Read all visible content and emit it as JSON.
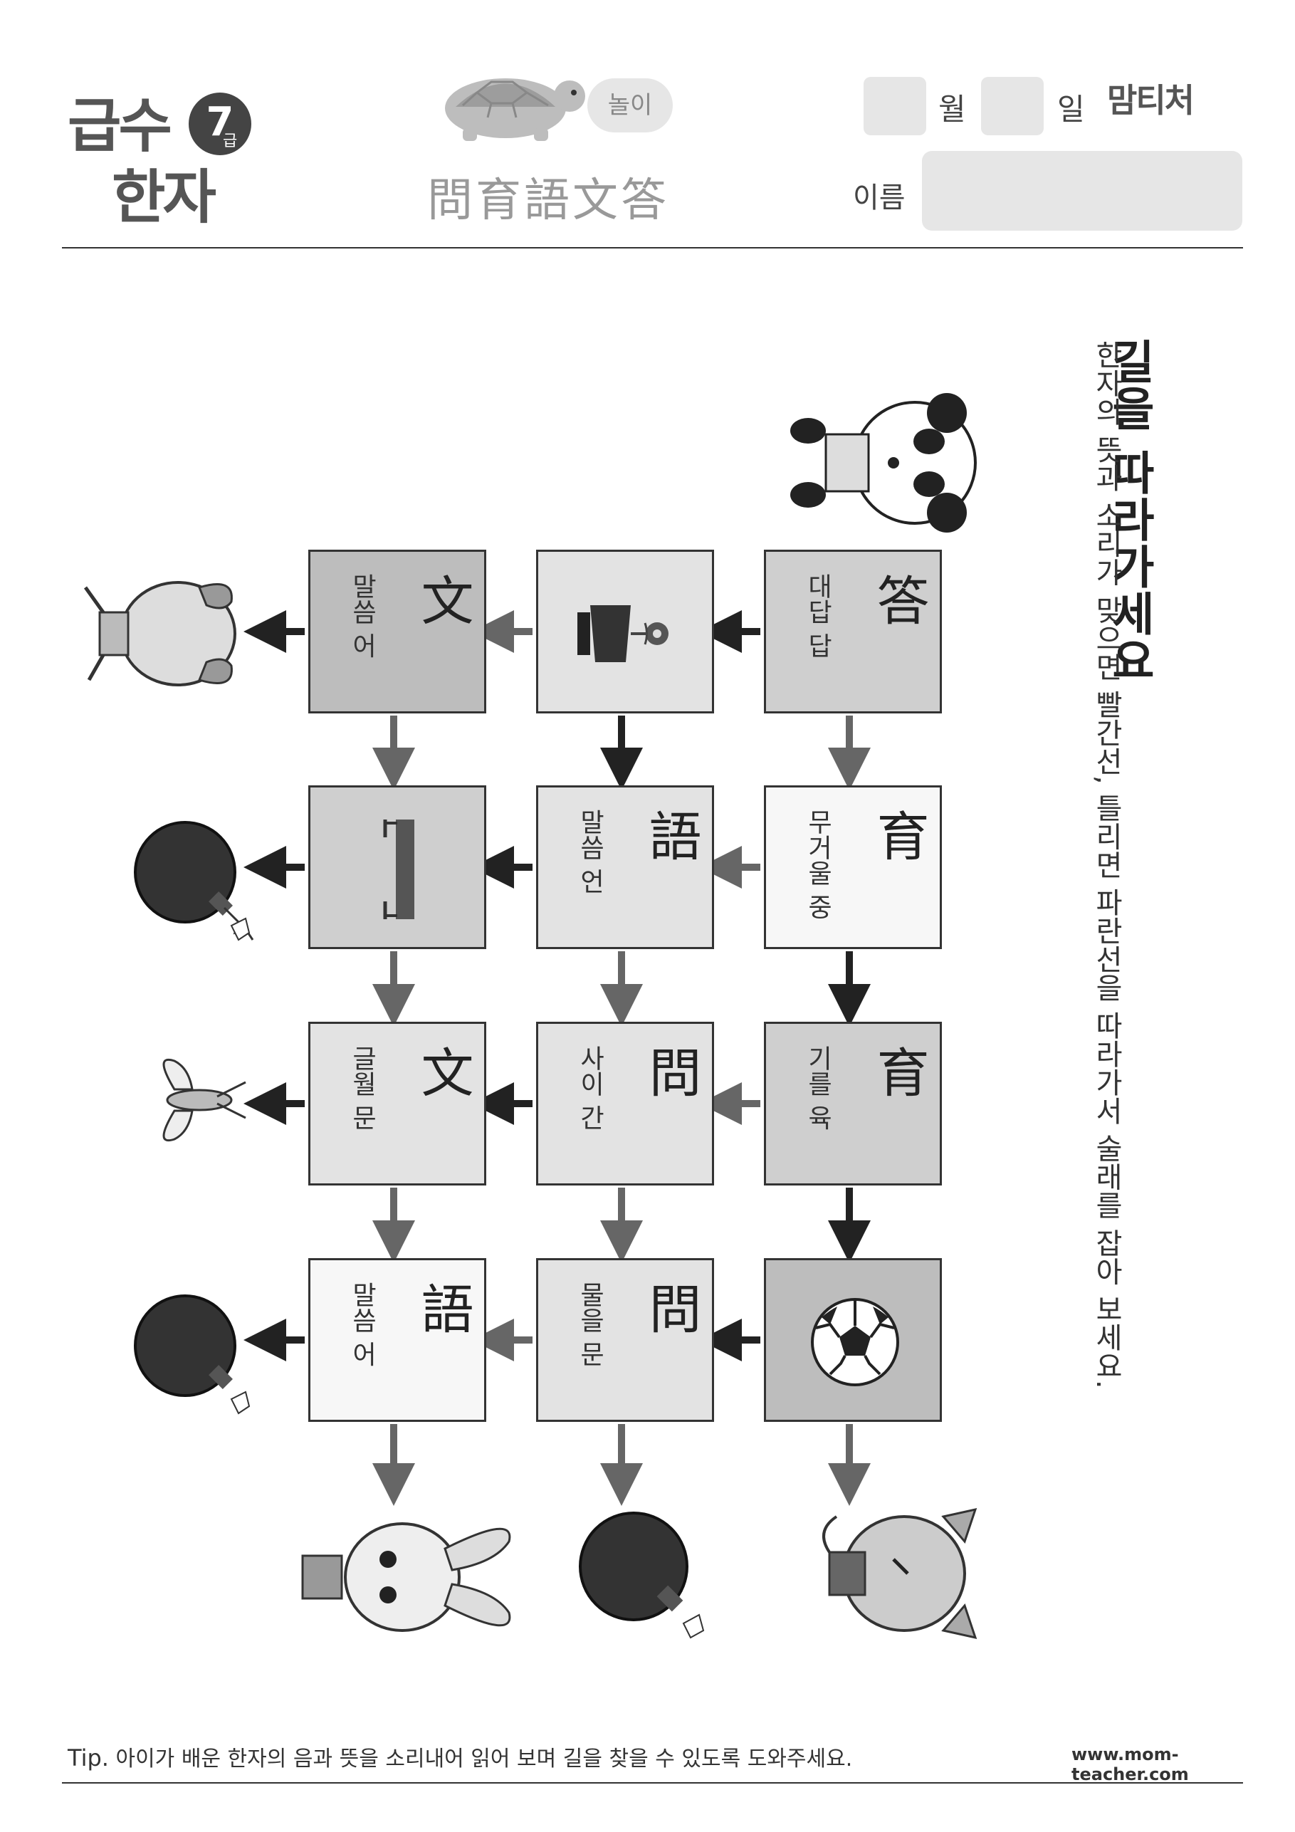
{
  "header": {
    "logo_line1": "급수",
    "logo_line2": "한자",
    "logo_badge": "7",
    "logo_grade": "급",
    "play_label": "놀이",
    "hanja_row": "問育語文答",
    "month_label": "월",
    "day_label": "일",
    "name_label": "이름",
    "brand": "맘티처"
  },
  "instructions": {
    "title": "길을 따라가세요",
    "body": "한자의 뜻과 소리가 맞으면 빨간선, 틀리면 파란선을 따라가서 술래를 잡아 보세요."
  },
  "maze": {
    "cells": [
      {
        "hanja": "答",
        "meaning": "대답 답"
      },
      {
        "hanja": "",
        "meaning": "",
        "picture": "flower-pot"
      },
      {
        "hanja": "文",
        "meaning": "말씀 어"
      },
      {
        "hanja": "育",
        "meaning": "무거울 중"
      },
      {
        "hanja": "語",
        "meaning": "말씀 언"
      },
      {
        "hanja": "",
        "meaning": "",
        "picture": "bench"
      },
      {
        "hanja": "育",
        "meaning": "기를 육"
      },
      {
        "hanja": "問",
        "meaning": "사이 간"
      },
      {
        "hanja": "文",
        "meaning": "글월 문"
      },
      {
        "hanja": "",
        "meaning": "",
        "picture": "soccer-ball"
      },
      {
        "hanja": "問",
        "meaning": "물을 문"
      },
      {
        "hanja": "語",
        "meaning": "말씀 어"
      }
    ]
  },
  "footer": {
    "tip_prefix": "Tip.",
    "tip_text": "아이가 배운 한자의 음과 뜻을 소리내어  읽어 보며 길을 찾을 수 있도록 도와주세요.",
    "site": "www.mom-teacher.com"
  }
}
